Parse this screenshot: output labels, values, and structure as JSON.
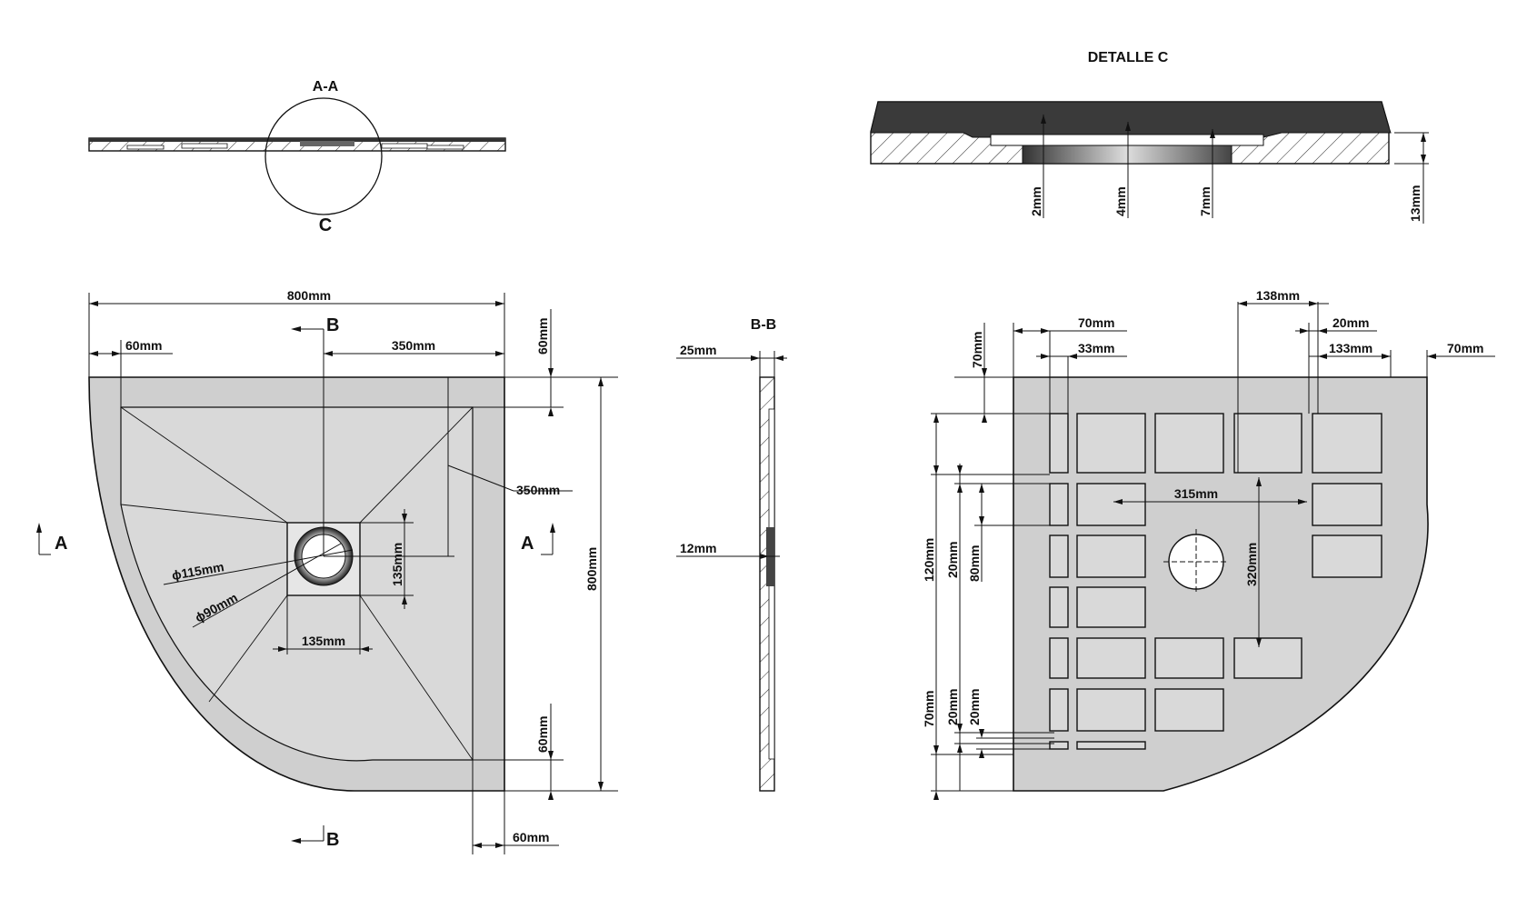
{
  "views": {
    "section_aa": {
      "title": "A-A",
      "detail_ref": "C"
    },
    "detail_c": {
      "title": "DETALLE   C",
      "dims": {
        "d1": "2mm",
        "d2": "4mm",
        "d3": "7mm",
        "thickness": "13mm"
      }
    },
    "top_view": {
      "width": "800mm",
      "height": "800mm",
      "border_left": "60mm",
      "border_top": "60mm",
      "border_right": "60mm",
      "border_bottom": "60mm",
      "drain_offset": "350mm",
      "slope_offset": "350mm",
      "drain_size_x": "135mm",
      "drain_size_y": "135mm",
      "outer_diameter": "ϕ115mm",
      "inner_diameter": "ϕ90mm",
      "section_a": "A",
      "section_b": "B"
    },
    "section_bb": {
      "title": "B-B",
      "thickness": "25mm",
      "inner": "12mm"
    },
    "bottom_view": {
      "top_dims": {
        "margin_left": "70mm",
        "cell_gap": "33mm",
        "cell_w": "138mm",
        "rib": "20mm",
        "cell_right": "133mm",
        "margin_right": "70mm"
      },
      "center_dims": {
        "horizontal": "315mm",
        "vertical": "320mm"
      },
      "left_dims": {
        "top_margin": "70mm",
        "row_h": "120mm",
        "rib": "20mm",
        "cell_h": "80mm",
        "bottom_margin": "70mm",
        "bottom_rib1": "20mm",
        "bottom_rib2": "20mm"
      }
    }
  }
}
